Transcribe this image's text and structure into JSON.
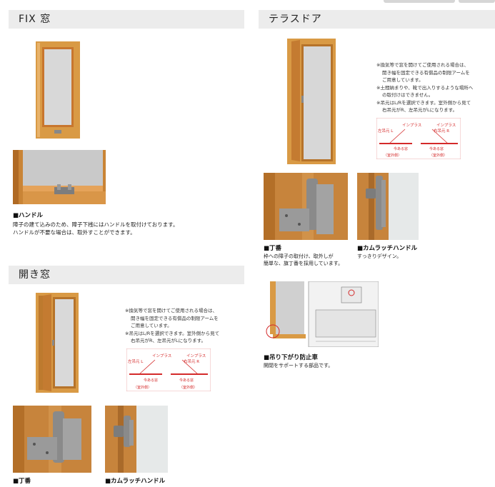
{
  "sections": {
    "fix": {
      "title": "FIX 窓",
      "handle_title": "■ハンドル",
      "handle_desc": [
        "障子の建て込みのため、障子下桟にはハンドルを取付けております。",
        "ハンドルが不要な場合は、取外すことができます。"
      ]
    },
    "terrace": {
      "title": "テラスドア",
      "notes": [
        "※換気等で窓を開けてご使用される場合は、",
        "開き幅を固定できる有償品の制限アームを",
        "ご用意しています。",
        "※土間納まりや、靴で出入りするような場所へ",
        "の取付けはできません。",
        "※吊元はL/Rを選択できます。室外側から見て",
        "右吊元がR、左吊元がLになります。"
      ],
      "hinge_title": "■丁番",
      "hinge_desc": [
        "枠への障子の取付け、取外しが",
        "簡単な、旗丁番を採用しています。"
      ],
      "latch_title": "■カムラッチハンドル",
      "latch_desc": "すっきりデザイン。",
      "antidrop_title": "■吊り下がり防止車",
      "antidrop_desc": "開閉をサポートする部品です。"
    },
    "casement": {
      "title": "開き窓",
      "notes": [
        "※換気等で窓を開けてご使用される場合は、",
        "開き幅を固定できる有償品の制限アームを",
        "ご用意しています。",
        "※吊元はL/Rを選択できます。室外側から見て",
        "右吊元がR、左吊元がLになります。"
      ],
      "hinge_title": "■丁番",
      "latch_title": "■カムラッチハンドル"
    }
  },
  "diagram": {
    "left_label": "左吊元 L",
    "right_label": "右吊元 R",
    "inglass": "インプラス",
    "existing": "今ある窓",
    "outside": "（室外側）"
  },
  "colors": {
    "wood": "#d99a45",
    "wood_dark": "#b8762a",
    "glass": "#cfcfcf",
    "accent_red": "#d42a2a",
    "header_bg": "#ececec"
  }
}
